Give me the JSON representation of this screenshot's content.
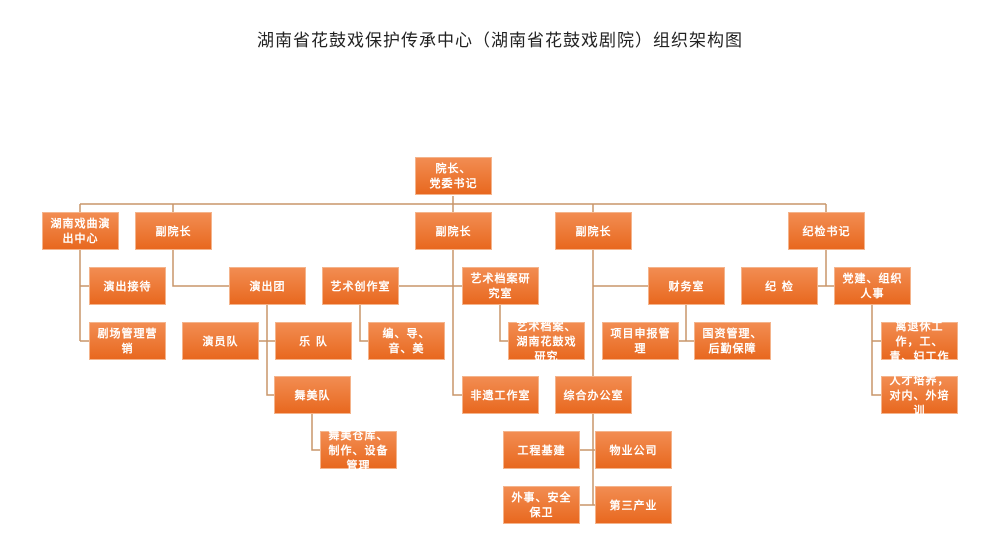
{
  "title": "湖南省花鼓戏保护传承中心（湖南省花鼓戏剧院）组织架构图",
  "line_color": "#c8956a",
  "nodes": {
    "president": "院长、\n党委书记",
    "opera_center": "湖南戏曲演出中心",
    "vp1": "副院长",
    "vp2": "副院长",
    "vp3": "副院长",
    "discipline_secretary": "纪检书记",
    "reception": "演出接待",
    "theater_mgmt": "剧场管理营销",
    "troupe": "演出团",
    "actors": "演员队",
    "band": "乐 队",
    "stage_art": "舞美队",
    "stage_warehouse": "舞美仓库、制作、设备管理",
    "creation_studio": "艺术创作室",
    "writing": "编、导、音、美",
    "archive_studio": "艺术档案研究室",
    "archive_research": "艺术档案、湖南花鼓戏研究",
    "heritage_studio": "非遗工作室",
    "finance": "财务室",
    "project_mgmt": "项目申报管理",
    "asset_mgmt": "国资管理、后勤保障",
    "general_office": "综合办公室",
    "engineering": "工程基建",
    "property": "物业公司",
    "foreign_security": "外事、安全保卫",
    "tertiary": "第三产业",
    "discipline": "纪 检",
    "party_hr": "党建、组织人事",
    "retirees": "离退休工作，工、青、妇工作",
    "training": "人才培养，对内、外培训"
  }
}
